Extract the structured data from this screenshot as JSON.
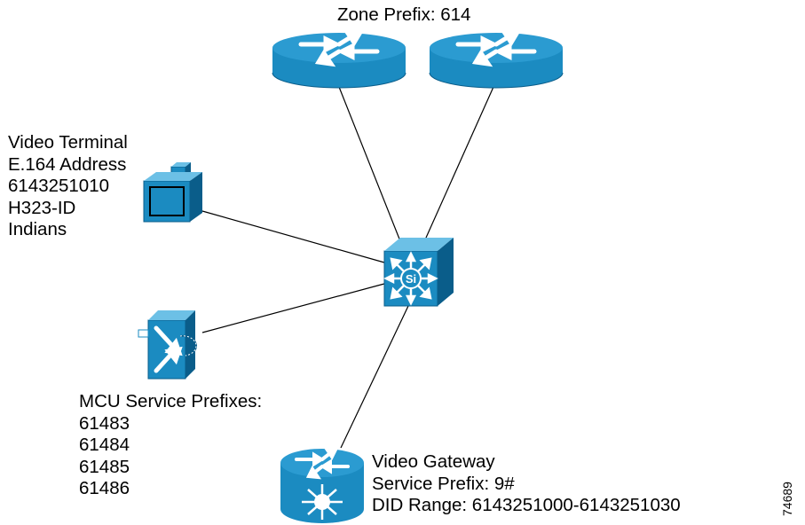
{
  "colors": {
    "device_fill": "#1b8bc1",
    "device_dark": "#0a5d8a",
    "device_light": "#6cc0e6",
    "link": "#000000",
    "text": "#000000"
  },
  "nodes": {
    "router_left": {
      "icon": "router-icon"
    },
    "router_right": {
      "icon": "router-icon"
    },
    "video_terminal": {
      "icon": "video-terminal-icon",
      "label_lines": [
        "Video Terminal",
        "E.164 Address",
        "6143251010",
        "H323-ID",
        "Indians"
      ]
    },
    "multilayer_switch": {
      "icon": "multilayer-switch-icon",
      "badge": "Si"
    },
    "mcu": {
      "icon": "mcu-icon",
      "label_lines": [
        "MCU Service Prefixes:",
        "61483",
        "61484",
        "61485",
        "61486"
      ]
    },
    "video_gateway": {
      "icon": "video-gateway-icon",
      "label_lines": [
        "Video Gateway",
        "Service Prefix: 9#",
        "DID Range: 6143251000-6143251030"
      ]
    }
  },
  "zone_label": "Zone Prefix: 614",
  "figure_id": "74689"
}
